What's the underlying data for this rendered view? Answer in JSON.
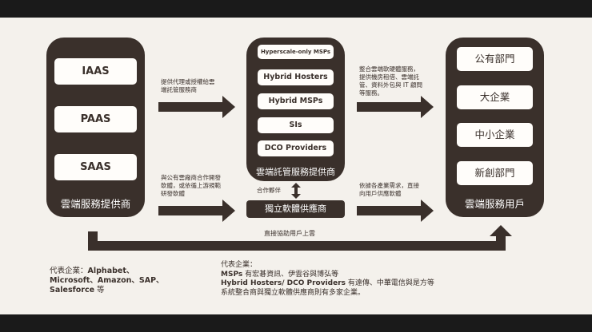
{
  "left": {
    "title": "雲端服務提供商",
    "items": [
      "IAAS",
      "PAAS",
      "SAAS"
    ]
  },
  "middle": {
    "title": "雲端託管服務提供商",
    "items": [
      "Hyperscale-only MSPs",
      "Hybrid Hosters",
      "Hybrid MSPs",
      "SIs",
      "DCO Providers"
    ]
  },
  "right": {
    "title": "雲端服務用戶",
    "items": [
      "公有部門",
      "大企業",
      "中小企業",
      "新創部門"
    ]
  },
  "isv": {
    "label": "獨立軟體供應商",
    "partner_label": "合作夥伴"
  },
  "arrows": {
    "left_to_mid_top": [
      "提供代理或授權給雲",
      "端託管服務商"
    ],
    "left_to_isv": [
      "與公有雲廠商合作開發",
      "軟體，或依循上游規範",
      "研發軟體"
    ],
    "mid_to_right": [
      "整合雲端軟硬體服務，",
      "提供機房租借、雲端託",
      "管、資料外包與 IT 顧問",
      "等服務。"
    ],
    "isv_to_right": [
      "依據各產業需求，直接",
      "向用戶供應軟體"
    ],
    "bottom": "直接協助用戶上雲"
  },
  "footer": {
    "left": {
      "prefix": "代表企業：",
      "line1_bold": "Alphabet、",
      "line2": "Microsoft、Amazon、SAP、",
      "line3_bold": "Salesforce",
      "line3_tail": " 等"
    },
    "right": {
      "line1": "代表企業：",
      "line2_bold": "MSPs",
      "line2_tail": " 有宏碁資訊、伊雲谷與博弘等",
      "line3_bold": "Hybrid Hosters/ DCO Providers",
      "line3_tail": " 有遠傳、中華電信與是方等",
      "line4": "系統整合商與獨立軟體供應商則有多家企業。"
    }
  },
  "colors": {
    "dark": "#3a302b",
    "pill": "#fffdfa",
    "background": "#f4f1ec"
  }
}
